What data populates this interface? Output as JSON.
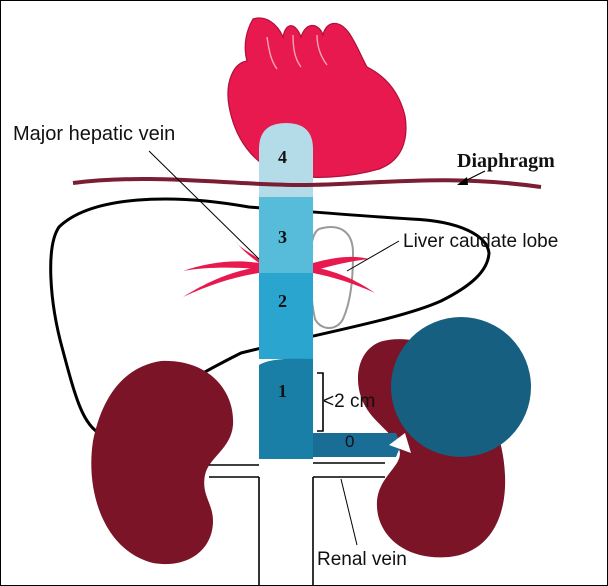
{
  "labels": {
    "major_hepatic_vein": "Major hepatic vein",
    "diaphragm": "Diaphragm",
    "liver_caudate_lobe": "Liver caudate lobe",
    "distance": "<2 cm",
    "renal_vein": "Renal vein"
  },
  "segments": [
    {
      "label": "4",
      "color": "#b3dce8"
    },
    {
      "label": "3",
      "color": "#57bcd9"
    },
    {
      "label": "2",
      "color": "#2aa5cf"
    },
    {
      "label": "1",
      "color": "#1a7fa7"
    },
    {
      "label": "0",
      "color": "#1a6d95"
    }
  ],
  "colors": {
    "heart": "#e8194f",
    "hepatic_vein": "#e8194f",
    "kidney": "#7a1426",
    "diaphragm": "#7a1f33",
    "tumor": "#175f80",
    "outline": "#000000"
  }
}
